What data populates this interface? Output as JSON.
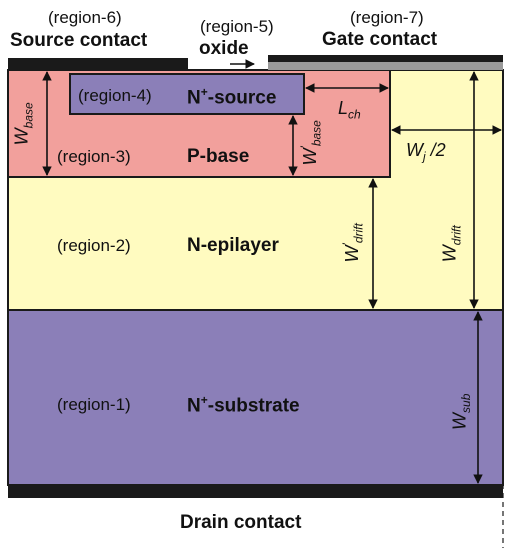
{
  "labels": {
    "region6": "(region-6)",
    "region5": "(region-5)",
    "region7": "(region-7)",
    "source_contact": "Source contact",
    "oxide": "oxide",
    "gate_contact": "Gate contact",
    "region4": "(region-4)",
    "n_source_prefix": "N",
    "n_source_sup": "+",
    "n_source_suffix": "-source",
    "region3": "(region-3)",
    "p_base": "P-base",
    "region2": "(region-2)",
    "n_epilayer": "N-epilayer",
    "region1": "(region-1)",
    "n_substrate_prefix": "N",
    "n_substrate_sup": "+",
    "n_substrate_suffix": "-substrate",
    "drain_contact": "Drain contact"
  },
  "dimensions": {
    "w_base": {
      "main": "W",
      "sub": "base"
    },
    "w_base_prime": {
      "main": "W",
      "sup": "'",
      "sub": "base"
    },
    "l_ch": {
      "main": "L",
      "sub": "ch"
    },
    "wj_half": {
      "main": "W",
      "sub": "j",
      "suffix": " /2"
    },
    "w_drift_prime": {
      "main": "W",
      "sup": "'",
      "sub": "drift"
    },
    "w_drift": {
      "main": "W",
      "sub": "drift"
    },
    "w_sub": {
      "main": "W",
      "sub": "sub"
    }
  },
  "colors": {
    "substrate": "#8b7fb8",
    "epilayer": "#fffbc0",
    "p_base": "#f2a09c",
    "n_source": "#8b7fb8",
    "contact": "#1a1a1a",
    "gate_oxide": "#9a9a9a",
    "outline": "#1a1a1a"
  }
}
